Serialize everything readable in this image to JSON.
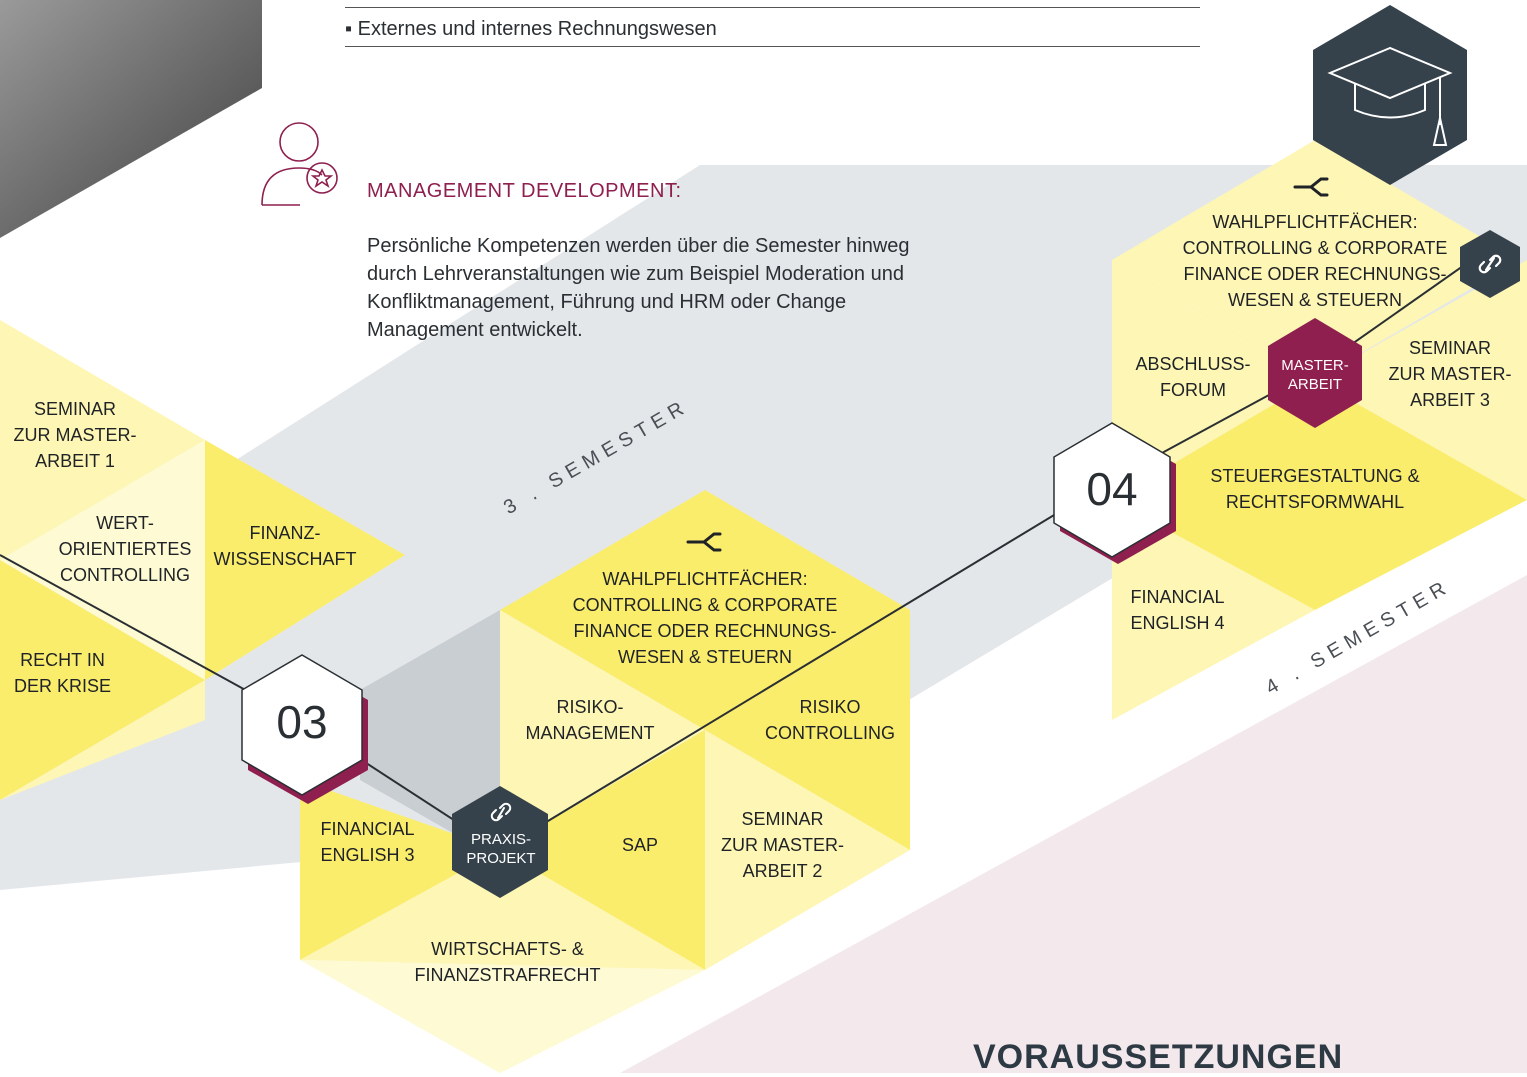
{
  "header": {
    "bullet_item": "Externes und internes Rechnungswesen"
  },
  "management": {
    "icon": "person-star-icon",
    "title": "MANAGEMENT  DEVELOPMENT:",
    "text": "Persönliche Kompetenzen werden über die Semester hinweg durch Lehrveranstaltungen wie zum Beispiel Moderation und Konfliktmanagement, Führung und HRM oder Change Management entwickelt."
  },
  "semester3": {
    "label": "3 . SEMESTER",
    "number": "03",
    "elective_icon": "split-arrow-icon",
    "elective": "WAHLPFLICHTFÄCHER:\nCONTROLLING & CORPORATE\nFINANCE ODER RECHNUNGS-\nWESEN & STEUERN",
    "modules": {
      "seminar1": "SEMINAR\nZUR MASTER-\nARBEIT 1",
      "wert": "WERT-\nORIENTIERTES\nCONTROLLING",
      "finanz": "FINANZ-\nWISSENSCHAFT",
      "recht": "RECHT IN\nDER KRISE",
      "english3": "FINANCIAL\nENGLISH 3",
      "praxis": "PRAXIS-\nPROJEKT",
      "sap": "SAP",
      "risikoman": "RISIKO-\nMANAGEMENT",
      "risikocon": "RISIKO\nCONTROLLING",
      "seminar2": "SEMINAR\nZUR MASTER-\nARBEIT 2",
      "strafrecht": "WIRTSCHAFTS- &\nFINANZSTRAFRECHT"
    }
  },
  "semester4": {
    "label": "4 . SEMESTER",
    "number": "04",
    "elective_icon": "split-arrow-icon",
    "elective": "WAHLPFLICHTFÄCHER:\nCONTROLLING & CORPORATE\nFINANCE ODER RECHNUNGS-\nWESEN & STEUERN",
    "modules": {
      "abschluss": "ABSCHLUSS-\nFORUM",
      "master": "MASTER-\nARBEIT",
      "seminar3": "SEMINAR\nZUR MASTER-\nARBEIT 3",
      "steuer": "STEUERGESTALTUNG &\nRECHTSFORMWAHL",
      "english4": "FINANCIAL\nENGLISH 4"
    }
  },
  "icons": {
    "graduation": "graduation-cap-icon",
    "link": "link-icon"
  },
  "footer": {
    "heading": "VORAUSSETZUNGEN"
  },
  "colors": {
    "yellow": "#fbed6c",
    "yellow_light": "#fdf6b4",
    "yellow_pale": "#fefad3",
    "grey": "#e4e7ea",
    "grey_dark": "#c9ced3",
    "dark": "#35424b",
    "accent": "#8e1f4e",
    "pink_bg": "#f3e8ec"
  }
}
